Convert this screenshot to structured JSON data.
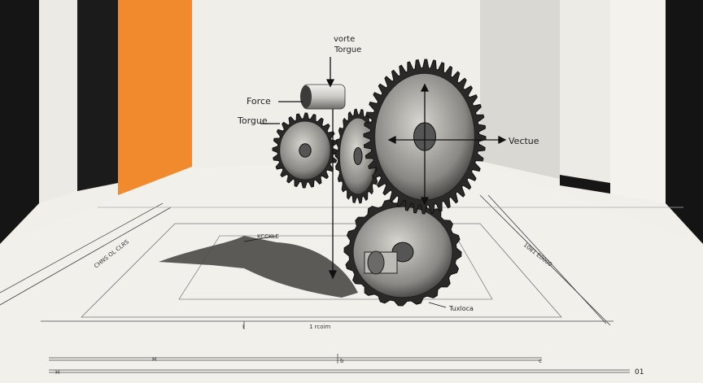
{
  "labels": {
    "top_line1": "vorte",
    "top_line2": "Torgue",
    "force": "Force",
    "torque_left": "Torgue",
    "vector_right": "Vectue",
    "shadow_note": "KCCKLE",
    "floor_left_note": "CHNS OL CLRS",
    "floor_right_note": "1081 E0000",
    "bottom_gear_note": "Tuxloca",
    "floor_mark_1": "I",
    "floor_mark_2": "1 rcoim",
    "scale_1_start": "H",
    "scale_1_mid": "b",
    "scale_1_end": "c",
    "scale_2_start": "H",
    "scale_2_end": "01"
  },
  "colors": {
    "accent_orange": "#f08a2c",
    "paper": "#f0efea",
    "ink": "#1a1a1a",
    "wall_black": "#111111"
  }
}
